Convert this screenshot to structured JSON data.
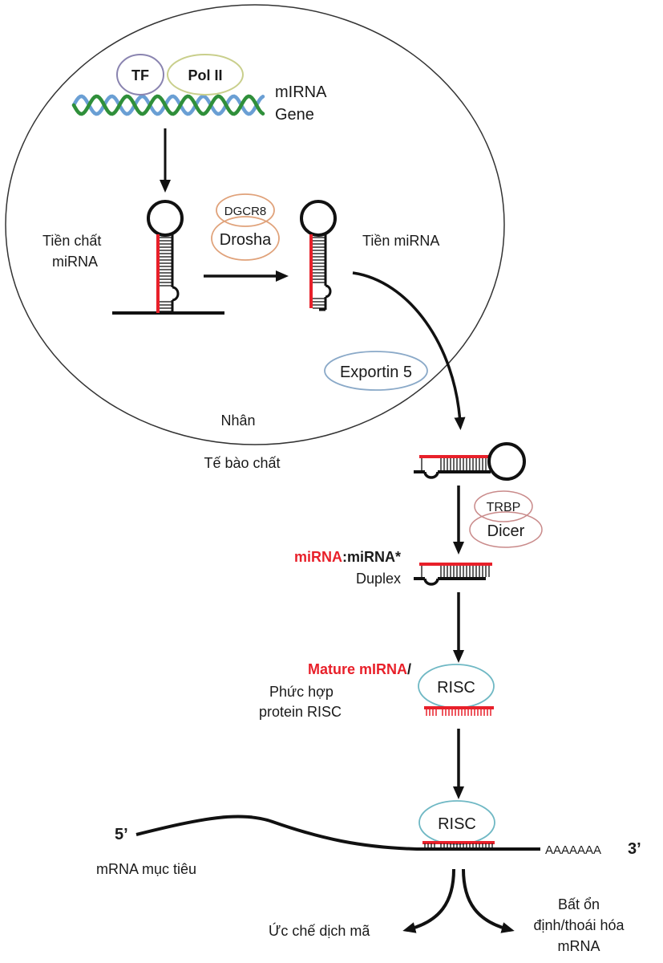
{
  "title": "miRNA biogenesis pathway",
  "colors": {
    "mirna_strand": "#e8202a",
    "dna_strand_a": "#2f8f3a",
    "dna_strand_b": "#6a9fd4",
    "tf_outline": "#8a84b0",
    "pol2_outline": "#c9cf8c",
    "drosha_outline": "#e0a27a",
    "exportin_outline": "#8aa9c8",
    "dicer_outline": "#c98a8a",
    "risc_outline": "#6fb8c4",
    "line": "#111111"
  },
  "compartments": {
    "nucleus": "Nhân",
    "cytoplasm": "Tế bào chất"
  },
  "gene": {
    "tf": "TF",
    "pol2": "Pol II",
    "label_line1": "mIRNA",
    "label_line2": "Gene"
  },
  "pri_mirna": {
    "label_line1": "Tiền chất",
    "label_line2": "miRNA"
  },
  "drosha_complex": {
    "dgcr8": "DGCR8",
    "drosha": "Drosha"
  },
  "pre_mirna": {
    "label": "Tiền miRNA"
  },
  "exportin": {
    "label": "Exportin 5"
  },
  "dicer_complex": {
    "trbp": "TRBP",
    "dicer": "Dicer"
  },
  "duplex": {
    "label_red": "miRNA",
    "label_black": ":miRNA*",
    "label_line2": "Duplex"
  },
  "mature": {
    "label_red": "Mature mIRNA",
    "label_slash": "/",
    "label_line2": "Phức hợp",
    "label_line3": "protein RISC",
    "risc": "RISC"
  },
  "target": {
    "five_prime": "5’",
    "poly_a": "AAAAAAA",
    "three_prime": "3’",
    "label": "mRNA mục tiêu",
    "risc": "RISC"
  },
  "outcomes": {
    "left": "Ức chế dịch mã",
    "right_line1": "Bất ổn",
    "right_line2": "định/thoái hóa",
    "right_line3": "mRNA"
  }
}
